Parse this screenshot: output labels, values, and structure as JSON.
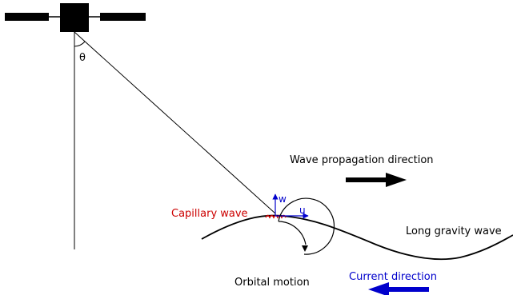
{
  "labels": {
    "theta": "θ",
    "wave_propagation": "Wave propagation direction",
    "capillary_wave": "Capillary wave",
    "w": "w",
    "u": "u",
    "long_gravity_wave": "Long gravity wave",
    "current_direction": "Current direction",
    "orbital_motion": "Orbital motion"
  },
  "colors": {
    "ink": "#000000",
    "capillary": "#cc0000",
    "current": "#0000cc",
    "vectors": "#0000cc"
  }
}
